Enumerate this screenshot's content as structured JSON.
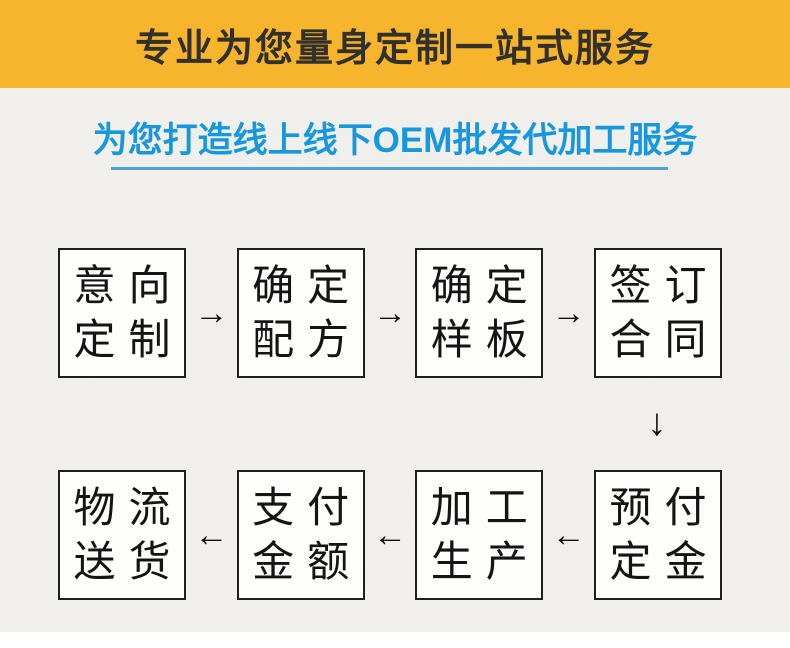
{
  "banner": {
    "title": "专业为您量身定制一站式服务",
    "background_color": "#F7B52D",
    "text_color": "#32302B"
  },
  "heading": {
    "text": "为您打造线上线下OEM批发代加工服务",
    "color": "#1798DE",
    "underline_color": "#4EA3DB"
  },
  "flow": {
    "right_arrow": "→",
    "left_arrow": "←",
    "down_arrow": "↓",
    "steps_row1": [
      {
        "line1": "意向",
        "line2": "定制"
      },
      {
        "line1": "确定",
        "line2": "配方"
      },
      {
        "line1": "确定",
        "line2": "样板"
      },
      {
        "line1": "签订",
        "line2": "合同"
      }
    ],
    "steps_row2": [
      {
        "line1": "物流",
        "line2": "送货"
      },
      {
        "line1": "支付",
        "line2": "金额"
      },
      {
        "line1": "加工",
        "line2": "生产"
      },
      {
        "line1": "预付",
        "line2": "定金"
      }
    ]
  }
}
